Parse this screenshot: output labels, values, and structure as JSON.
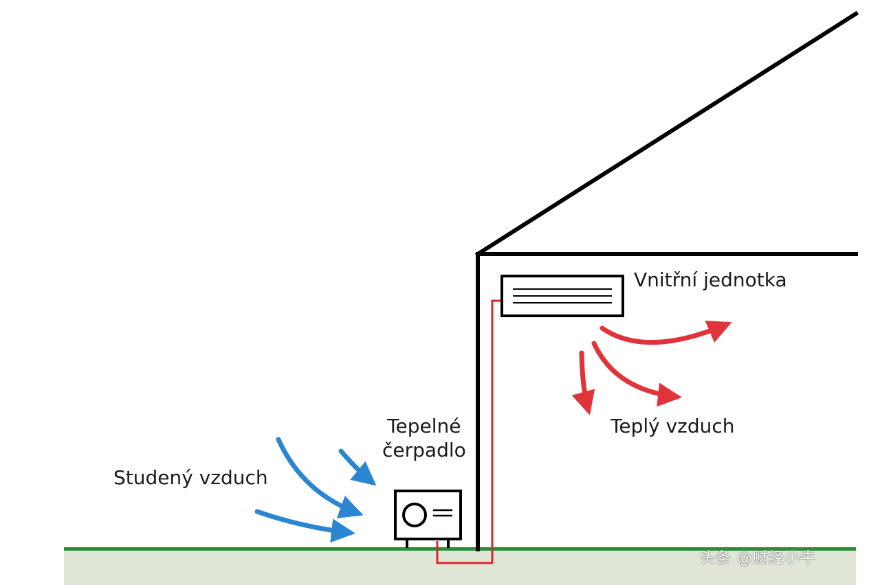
{
  "labels": {
    "indoor_unit": "Vnitřní jednotka",
    "warm_air": "Teplý vzduch",
    "heat_pump_line1": "Tepelné",
    "heat_pump_line2": "čerpadlo",
    "cold_air": "Studený vzduch"
  },
  "watermark": "头条 @财经小牛",
  "colors": {
    "outline": "#000000",
    "ground": "#2e8b3a",
    "ground_fill": "#dfe6d6",
    "pipe": "#d8262c",
    "warm_arrow": "#e0343a",
    "cold_arrow": "#2a86d1"
  }
}
